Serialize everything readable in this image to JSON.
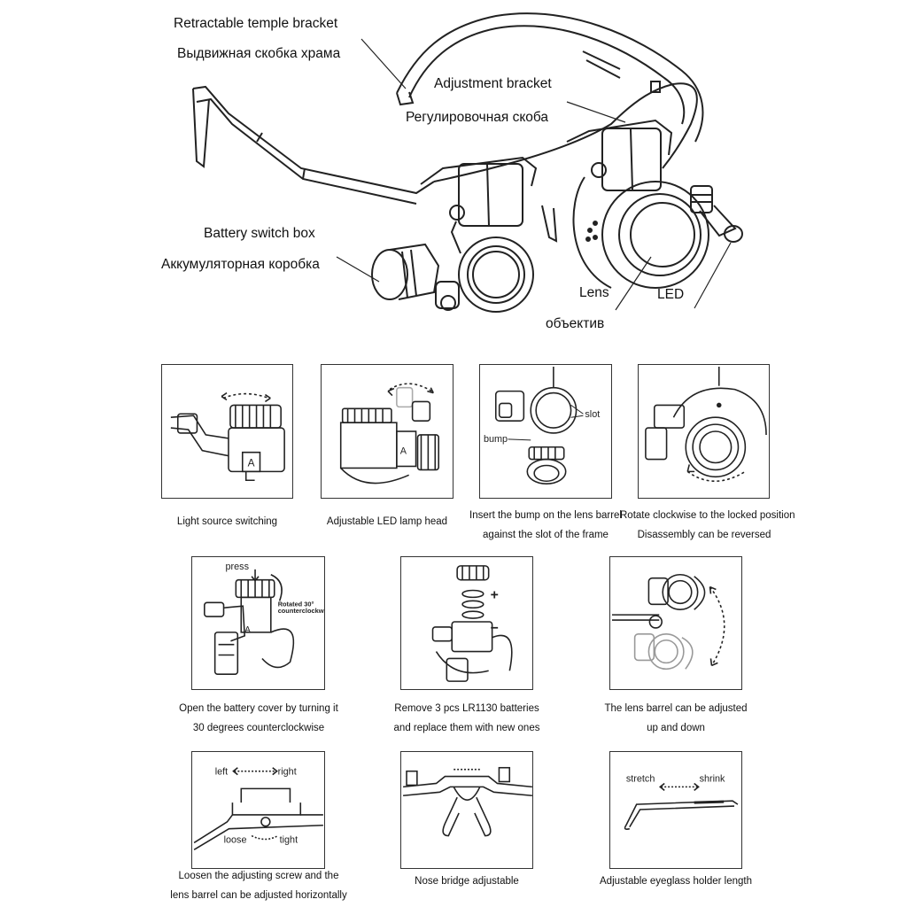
{
  "main": {
    "labels": {
      "temple_en": "Retractable temple bracket",
      "temple_ru": "Выдвижная скобка храма",
      "adjust_en": "Adjustment bracket",
      "adjust_ru": "Регулировочная скоба",
      "battery_en": "Battery switch box",
      "battery_ru": "Аккумуляторная коробка",
      "lens_en": "Lens",
      "lens_ru": "объектив",
      "led": "LED"
    }
  },
  "panels": [
    {
      "caption": [
        "Light source switching"
      ]
    },
    {
      "caption": [
        "Adjustable LED lamp head"
      ]
    },
    {
      "caption": [
        "Insert the bump on the lens barrel",
        "against the slot of the frame"
      ],
      "labels": {
        "slot": "slot",
        "bump": "bump"
      }
    },
    {
      "caption": [
        "Rotate clockwise to the locked position",
        "Disassembly can be reversed"
      ]
    },
    {
      "caption": [
        "Open the battery cover by turning it",
        "30 degrees counterclockwise"
      ],
      "labels": {
        "press": "press",
        "rot1": "Rotated 30°",
        "rot2": "counterclockwise"
      }
    },
    {
      "caption": [
        "Remove 3 pcs LR1130 batteries",
        "and replace them with new ones"
      ],
      "labels": {
        "plus": "+",
        "minus": "−"
      }
    },
    {
      "caption": [
        "The lens barrel can be adjusted",
        "up and down"
      ]
    },
    {
      "caption": [
        "Loosen the adjusting screw and the",
        "lens barrel can be adjusted horizontally"
      ],
      "labels": {
        "left": "left",
        "right": "right",
        "loose": "loose",
        "tight": "tight"
      }
    },
    {
      "caption": [
        "Nose bridge adjustable"
      ]
    },
    {
      "caption": [
        "Adjustable eyeglass holder length"
      ],
      "labels": {
        "stretch": "stretch",
        "shrink": "shrink"
      }
    }
  ]
}
